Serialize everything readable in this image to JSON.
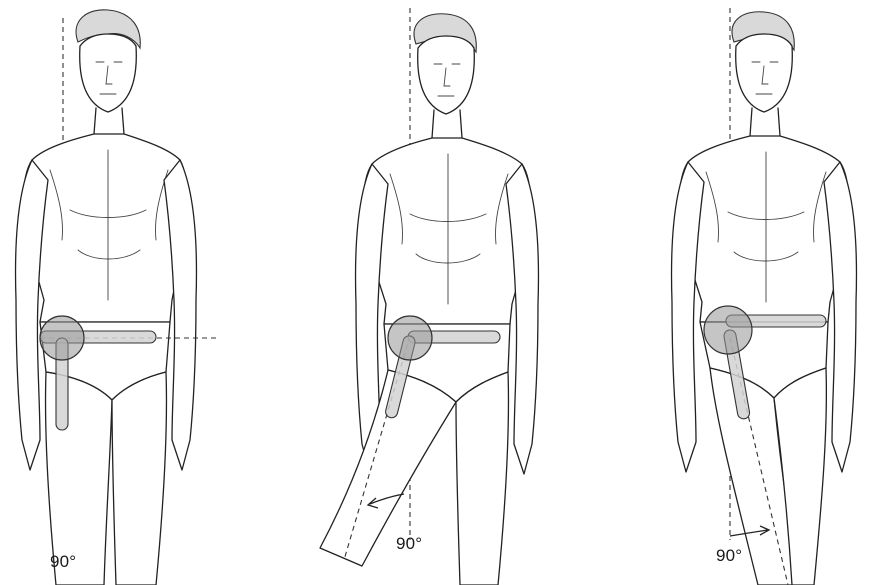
{
  "figure": {
    "panels": [
      {
        "id": "neutral",
        "angle_label": "90°"
      },
      {
        "id": "abduction",
        "angle_label": "90°"
      },
      {
        "id": "adduction",
        "angle_label": "90°"
      }
    ]
  }
}
